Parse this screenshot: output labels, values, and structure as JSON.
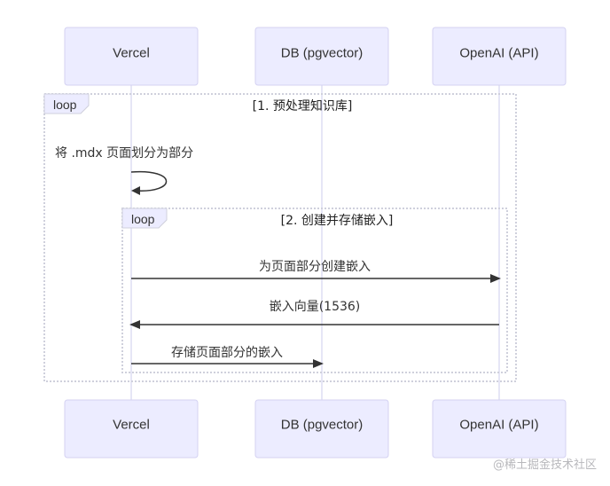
{
  "participants": [
    {
      "id": "vercel",
      "label": "Vercel"
    },
    {
      "id": "db",
      "label": "DB (pgvector)"
    },
    {
      "id": "openai",
      "label": "OpenAI (API)"
    }
  ],
  "loops": [
    {
      "keyword": "loop",
      "condition": "[1. 预处理知识库]"
    },
    {
      "keyword": "loop",
      "condition": "[2. 创建并存储嵌入]"
    }
  ],
  "messages": [
    {
      "from": "vercel",
      "to": "vercel",
      "text": "将 .mdx 页面划分为部分"
    },
    {
      "from": "vercel",
      "to": "openai",
      "text": "为页面部分创建嵌入"
    },
    {
      "from": "openai",
      "to": "vercel",
      "text": "嵌入向量(1536)"
    },
    {
      "from": "vercel",
      "to": "db",
      "text": "存储页面部分的嵌入"
    }
  ],
  "watermark": "@稀土掘金技术社区"
}
